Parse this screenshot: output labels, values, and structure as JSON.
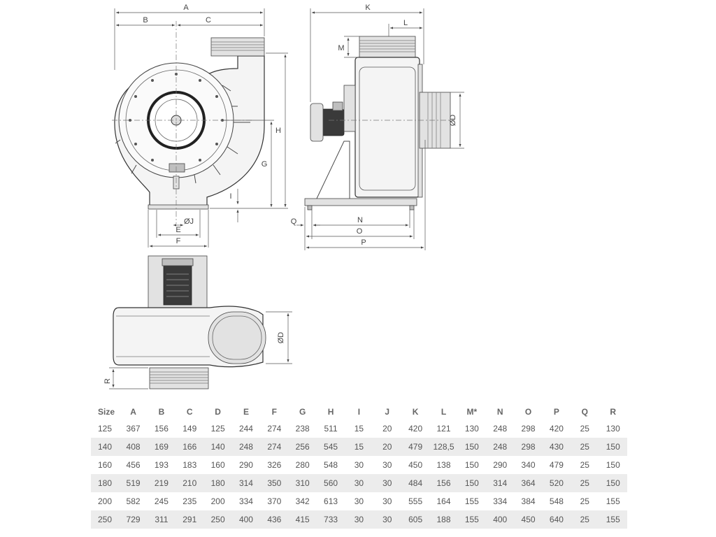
{
  "labels": {
    "A": "A",
    "B": "B",
    "C": "C",
    "D": "ØD",
    "E": "E",
    "F": "F",
    "G": "G",
    "H": "H",
    "I": "I",
    "J": "ØJ",
    "K": "K",
    "L": "L",
    "M": "M",
    "N": "N",
    "O": "O",
    "P": "P",
    "Q": "Q",
    "R": "R"
  },
  "table": {
    "headers": [
      "Size",
      "A",
      "B",
      "C",
      "D",
      "E",
      "F",
      "G",
      "H",
      "I",
      "J",
      "K",
      "L",
      "M*",
      "N",
      "O",
      "P",
      "Q",
      "R"
    ],
    "rows": [
      [
        "125",
        "367",
        "156",
        "149",
        "125",
        "244",
        "274",
        "238",
        "511",
        "15",
        "20",
        "420",
        "121",
        "130",
        "248",
        "298",
        "420",
        "25",
        "130"
      ],
      [
        "140",
        "408",
        "169",
        "166",
        "140",
        "248",
        "274",
        "256",
        "545",
        "15",
        "20",
        "479",
        "128,5",
        "150",
        "248",
        "298",
        "430",
        "25",
        "150"
      ],
      [
        "160",
        "456",
        "193",
        "183",
        "160",
        "290",
        "326",
        "280",
        "548",
        "30",
        "30",
        "450",
        "138",
        "150",
        "290",
        "340",
        "479",
        "25",
        "150"
      ],
      [
        "180",
        "519",
        "219",
        "210",
        "180",
        "314",
        "350",
        "310",
        "560",
        "30",
        "30",
        "484",
        "156",
        "150",
        "314",
        "364",
        "520",
        "25",
        "150"
      ],
      [
        "200",
        "582",
        "245",
        "235",
        "200",
        "334",
        "370",
        "342",
        "613",
        "30",
        "30",
        "555",
        "164",
        "155",
        "334",
        "384",
        "548",
        "25",
        "155"
      ],
      [
        "250",
        "729",
        "311",
        "291",
        "250",
        "400",
        "436",
        "415",
        "733",
        "30",
        "30",
        "605",
        "188",
        "155",
        "400",
        "450",
        "640",
        "25",
        "155"
      ]
    ]
  }
}
